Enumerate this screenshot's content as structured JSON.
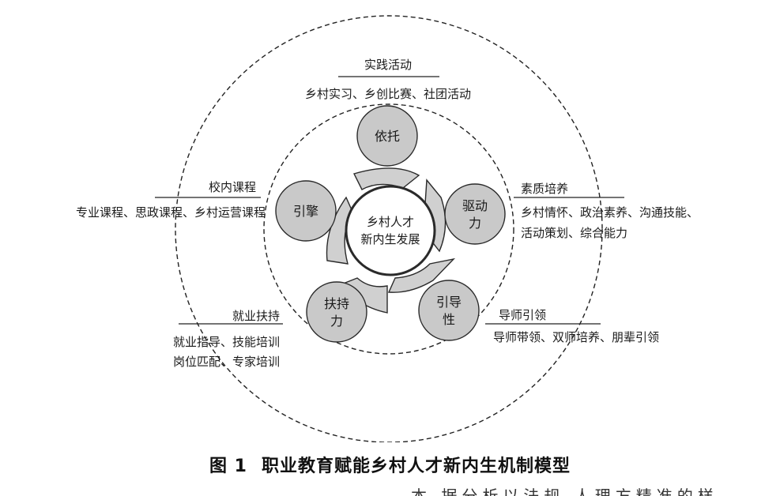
{
  "center": {
    "line1": "乡村人才",
    "line2": "新内生发展"
  },
  "nodes": {
    "top": {
      "line1": "依托"
    },
    "left": {
      "line1": "引擎"
    },
    "right": {
      "line1": "驱动",
      "line2": "力"
    },
    "bottom_left": {
      "line1": "扶持",
      "line2": "力"
    },
    "bottom_right": {
      "line1": "引导",
      "line2": "性"
    }
  },
  "groups": {
    "practice": {
      "title": "实践活动",
      "items": [
        "乡村实习、乡创比赛、社团活动"
      ]
    },
    "courses": {
      "title": "校内课程",
      "items": [
        "专业课程、思政课程、乡村运营课程"
      ]
    },
    "quality": {
      "title": "素质培养",
      "items": [
        "乡村情怀、政治素养、沟通技能、",
        "活动策划、综合能力"
      ]
    },
    "mentor": {
      "title": "导师引领",
      "items": [
        "导师带领、双师培养、朋辈引领"
      ]
    },
    "employment": {
      "title": "就业扶持",
      "items": [
        "就业指导、技能培训",
        "岗位匹配、专家培训"
      ]
    }
  },
  "caption": {
    "figure_no": "图 1",
    "title": "职业教育赋能乡村人才新内生机制模型"
  },
  "footer_fragment": "本 据分析以法规 人理方精准的样",
  "colors": {
    "node_fill": "#c9c9c9",
    "stroke": "#2a2a2a",
    "ring_fill": "#d0d0d0"
  }
}
